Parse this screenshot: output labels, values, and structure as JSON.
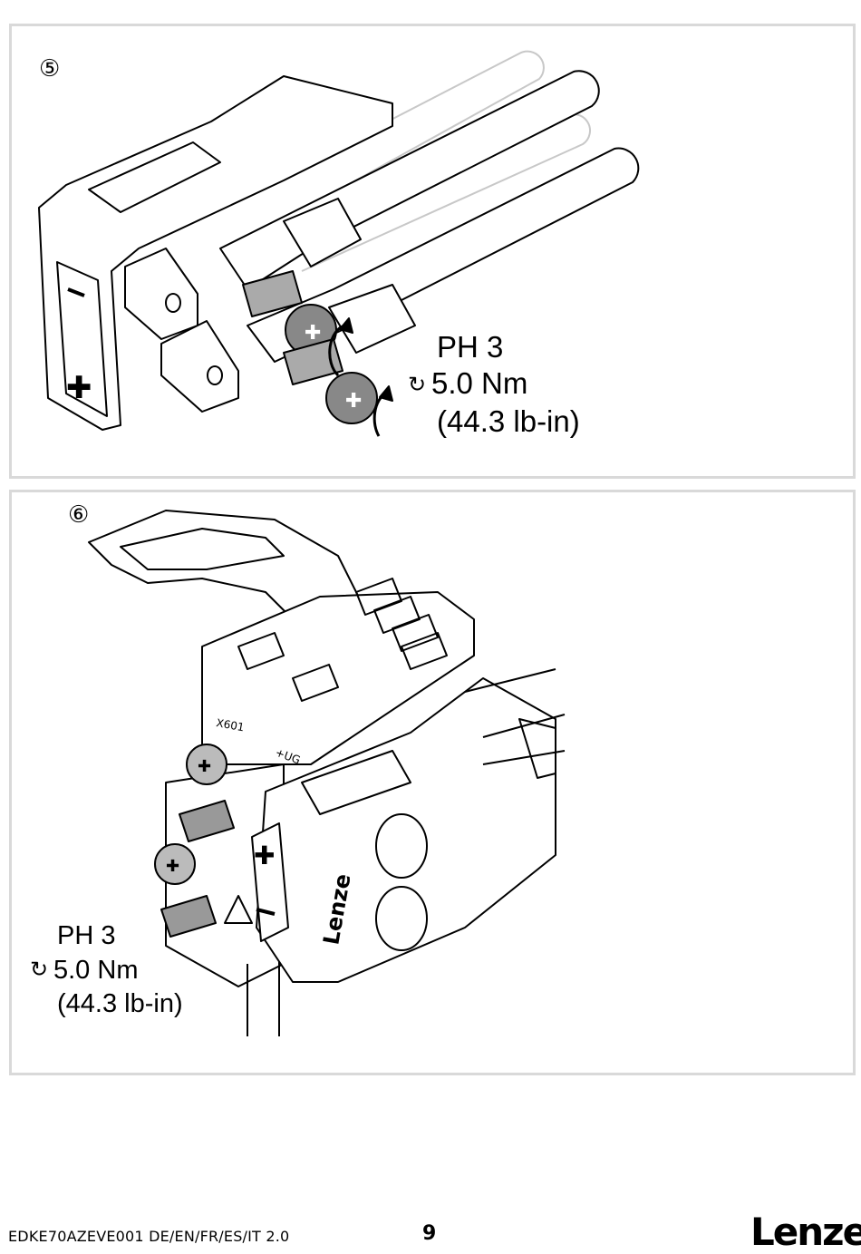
{
  "panels": [
    {
      "step": "⑤",
      "spec": {
        "line1": "PH 3",
        "torque_icon": "rotate-clockwise-icon",
        "line2": "5.0 Nm",
        "line3": "(44.3 lb-in)"
      }
    },
    {
      "step": "⑥",
      "spec": {
        "line1": "PH 3",
        "torque_icon": "rotate-clockwise-icon",
        "line2": "5.0 Nm",
        "line3": "(44.3 lb-in)"
      },
      "module_labels": [
        "X601",
        "+UG",
        "Lenze"
      ]
    }
  ],
  "footer": {
    "doc_id": "EDKE70AZEVE001  DE/EN/FR/ES/IT  2.0",
    "page_number": "9",
    "logo": "Lenze"
  }
}
